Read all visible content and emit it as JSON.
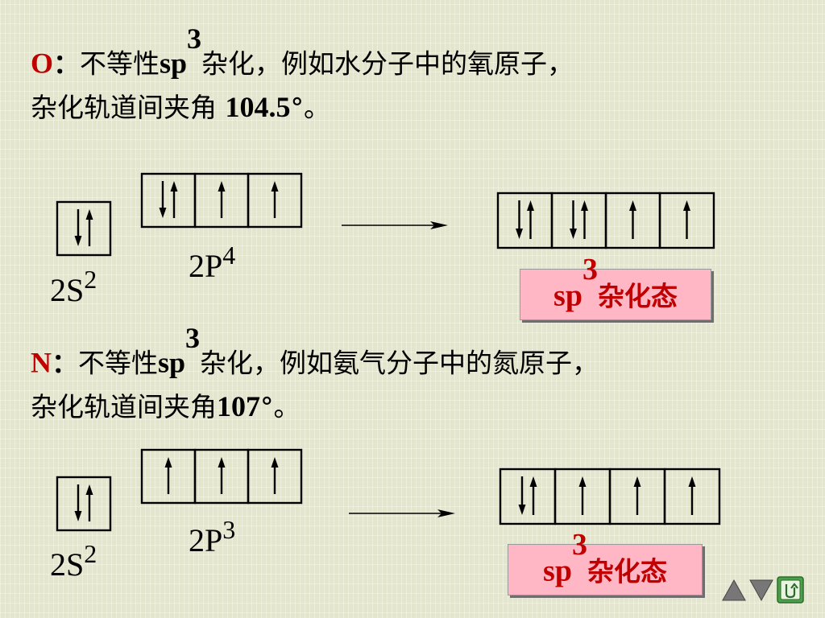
{
  "section_o": {
    "element": "O",
    "colon": "：",
    "text_a": "不等性",
    "sp": "sp",
    "sup": "3",
    "text_b": "杂化，例如水分子中的氧原子，",
    "line2_text": "杂化轨道间夹角 ",
    "angle": "104.5",
    "line2_end": "°。",
    "label_2s": "2S",
    "label_2s_sup": "2",
    "label_2p": "2P",
    "label_2p_sup": "4",
    "orbitals_2s": [
      "up-down"
    ],
    "orbitals_2p": [
      "up-down",
      "up",
      "up"
    ],
    "orbitals_hybrid": [
      "up-down",
      "up-down",
      "up",
      "up"
    ],
    "state_sp": "sp",
    "state_sup": "3",
    "state_text": "杂化态"
  },
  "section_n": {
    "element": "N",
    "colon": "：",
    "text_a": "不等性",
    "sp": "sp",
    "sup": "3",
    "text_b": "杂化，例如氨气分子中的氮原子，",
    "line2_text": "杂化轨道间夹角",
    "angle": "107",
    "line2_end": "°。",
    "label_2s": "2S",
    "label_2s_sup": "2",
    "label_2p": "2P",
    "label_2p_sup": "3",
    "orbitals_2s": [
      "up-down"
    ],
    "orbitals_2p": [
      "up",
      "up",
      "up"
    ],
    "orbitals_hybrid": [
      "up-down",
      "up",
      "up",
      "up"
    ],
    "state_sp": "sp",
    "state_sup": "3",
    "state_text": "杂化态"
  },
  "nav": {
    "icons": [
      "prev-triangle-icon",
      "next-triangle-icon",
      "return-icon"
    ]
  }
}
